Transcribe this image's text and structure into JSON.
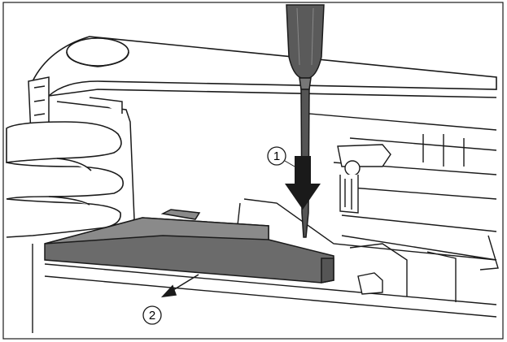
{
  "diagram": {
    "callouts": [
      {
        "label": "1",
        "meaning": "press-down-with-screwdriver"
      },
      {
        "label": "2",
        "meaning": "pull-out-cover"
      }
    ],
    "colors": {
      "line": "#1a1a1a",
      "cover_part": "#6b6b6b",
      "cover_top": "#8a8a8a",
      "screwdriver_handle": "#5a5a5a",
      "background": "#ffffff"
    },
    "icons": [
      "screwdriver-icon",
      "hand-icon",
      "arrow-down-icon",
      "arrow-out-icon"
    ]
  }
}
